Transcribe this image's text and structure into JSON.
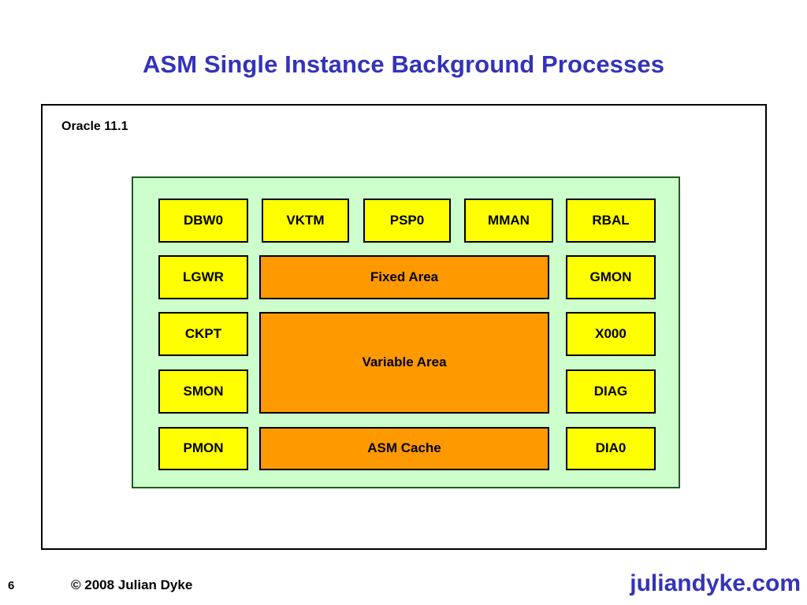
{
  "slide": {
    "title": "ASM Single Instance Background Processes",
    "version_label": "Oracle 11.1",
    "title_color": "#3333BB"
  },
  "diagram": {
    "panel_color": "#CCFFCC",
    "process_color": "#FFFF00",
    "memory_color": "#FF9900",
    "left_column": [
      {
        "label": "DBW0"
      },
      {
        "label": "LGWR"
      },
      {
        "label": "CKPT"
      },
      {
        "label": "SMON"
      },
      {
        "label": "PMON"
      }
    ],
    "top_row_middle": [
      {
        "label": "VKTM"
      },
      {
        "label": "PSP0"
      },
      {
        "label": "MMAN"
      }
    ],
    "right_column": [
      {
        "label": "RBAL"
      },
      {
        "label": "GMON"
      },
      {
        "label": "X000"
      },
      {
        "label": "DIAG"
      },
      {
        "label": "DIA0"
      }
    ],
    "memory_areas": [
      {
        "label": "Fixed Area"
      },
      {
        "label": "Variable Area"
      },
      {
        "label": "ASM Cache"
      }
    ]
  },
  "footer": {
    "page_number": "6",
    "copyright": "© 2008 Julian Dyke",
    "brand": "juliandyke.com",
    "brand_color": "#3333BB"
  }
}
